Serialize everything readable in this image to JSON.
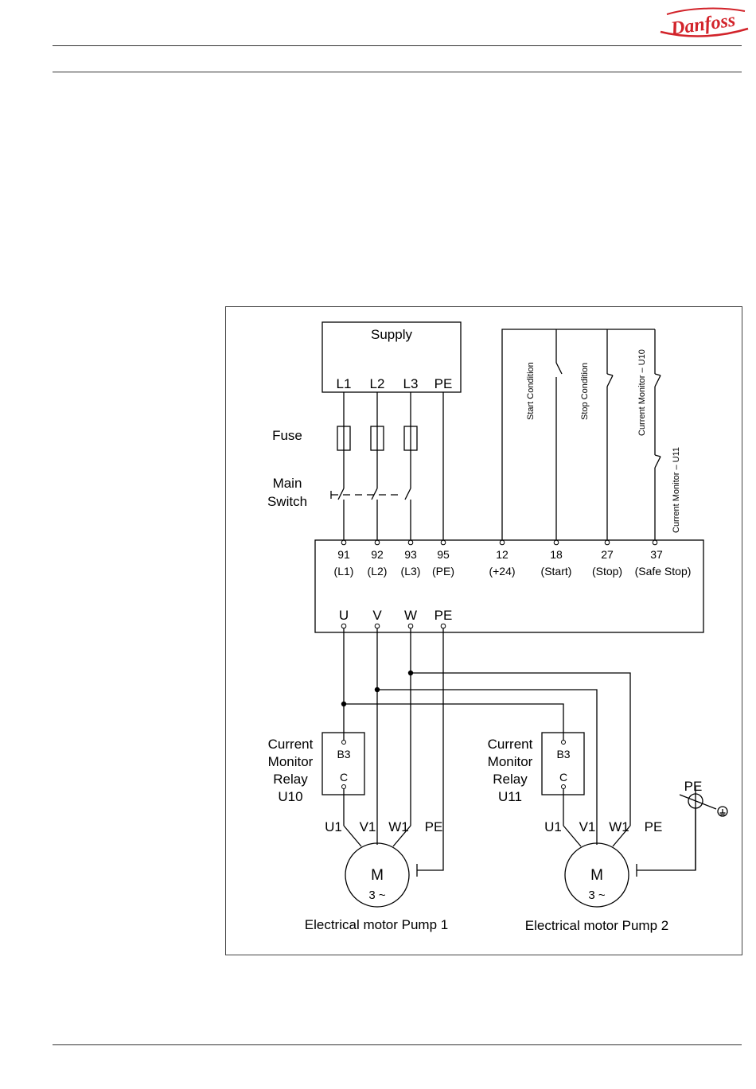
{
  "brand": {
    "logo_text": "Danfoss",
    "color": "#d2232a"
  },
  "diagram": {
    "supply": {
      "title": "Supply",
      "pins": [
        "L1",
        "L2",
        "L3",
        "PE"
      ]
    },
    "fuse_label": "Fuse",
    "main_switch_label": [
      "Main",
      "Switch"
    ],
    "control_signals": [
      "Start Condition",
      "Stop Condition",
      "Current Monitor – U10",
      "Current Monitor – U11"
    ],
    "drive": {
      "terminals": [
        {
          "num": "91",
          "name": "(L1)"
        },
        {
          "num": "92",
          "name": "(L2)"
        },
        {
          "num": "93",
          "name": "(L3)"
        },
        {
          "num": "95",
          "name": "(PE)"
        },
        {
          "num": "12",
          "name": "(+24)"
        },
        {
          "num": "18",
          "name": "(Start)"
        },
        {
          "num": "27",
          "name": "(Stop)"
        },
        {
          "num": "37",
          "name": "(Safe Stop)"
        }
      ],
      "outputs": [
        "U",
        "V",
        "W",
        "PE"
      ]
    },
    "relays": [
      {
        "lines": [
          "Current",
          "Monitor",
          "Relay",
          "U10"
        ],
        "pins": [
          "B3",
          "C"
        ]
      },
      {
        "lines": [
          "Current",
          "Monitor",
          "Relay",
          "U11"
        ],
        "pins": [
          "B3",
          "C"
        ]
      }
    ],
    "motor_pins": [
      "U1",
      "V1",
      "W1",
      "PE"
    ],
    "motors": [
      {
        "symbol": "M",
        "phase": "3 ~",
        "caption": "Electrical motor Pump 1"
      },
      {
        "symbol": "M",
        "phase": "3 ~",
        "caption": "Electrical motor Pump 2"
      }
    ],
    "earth_label": "PE"
  }
}
